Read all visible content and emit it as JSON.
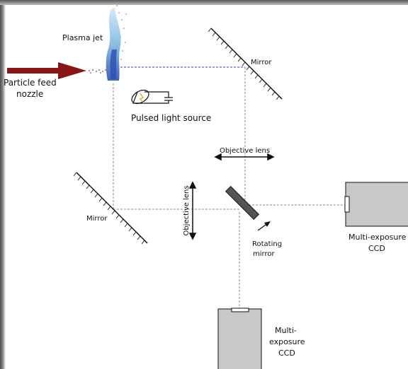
{
  "labels": {
    "plasma_jet": "Plasma jet",
    "particle_feed_1": "Particle feed",
    "particle_feed_2": "nozzle",
    "pulsed_light": "Pulsed light source",
    "mirror_top": "Mirror",
    "mirror_left": "Mirror",
    "objective_lens_h": "Objective lens",
    "objective_lens_v": "Objective lens",
    "rotating_1": "Rotating",
    "rotating_2": "mirror",
    "ccd_right_1": "Multi-exposure",
    "ccd_right_2": "CCD",
    "ccd_bottom_1": "Multi-",
    "ccd_bottom_2": "exposure",
    "ccd_bottom_3": "CCD"
  },
  "colors": {
    "arrow": "#8b1414",
    "jet_light": "#a9d6ea",
    "jet_dark": "#2d4fb0",
    "ccd_fill": "#c8c8c8",
    "beam": "#8a8a8a",
    "beam_top": "#3b3bd0"
  }
}
